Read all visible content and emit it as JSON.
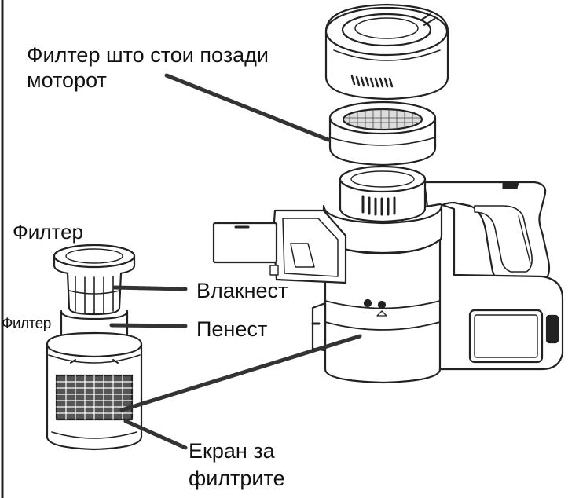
{
  "labels": {
    "motor_filter_line1": "Филтер што стои позади",
    "motor_filter_line2": "моторот",
    "filter": "Филтер",
    "filter_small": "Филтер",
    "fiber": "Влакнест",
    "foam": "Пенест",
    "screen_line1": "Екран за",
    "screen_line2": "филтрите"
  },
  "colors": {
    "line": "#222222",
    "background": "#ffffff"
  }
}
